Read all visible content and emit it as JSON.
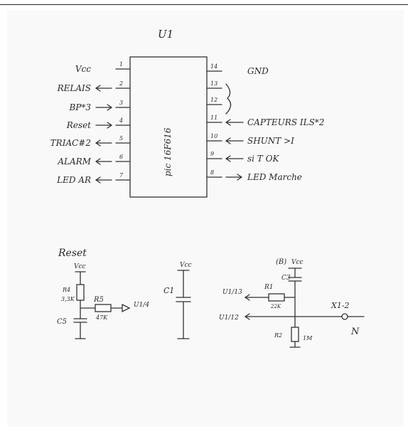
{
  "ic": {
    "ref": "U1",
    "part": "pic 16F616",
    "left_pins": [
      {
        "num": "1",
        "label": "Vcc",
        "dir": "none"
      },
      {
        "num": "2",
        "label": "RELAIS",
        "dir": "out"
      },
      {
        "num": "3",
        "label": "BP*3",
        "dir": "in"
      },
      {
        "num": "4",
        "label": "Reset",
        "dir": "in"
      },
      {
        "num": "5",
        "label": "TRIAC#2",
        "dir": "out"
      },
      {
        "num": "6",
        "label": "ALARM",
        "dir": "out"
      },
      {
        "num": "7",
        "label": "LED AR",
        "dir": "out"
      }
    ],
    "right_pins": [
      {
        "num": "14",
        "label": "GND",
        "dir": "none"
      },
      {
        "num": "13",
        "label": "",
        "dir": "none"
      },
      {
        "num": "12",
        "label": "",
        "dir": "none"
      },
      {
        "num": "11",
        "label": "CAPTEURS ILS*2",
        "dir": "in"
      },
      {
        "num": "10",
        "label": "SHUNT >I",
        "dir": "in"
      },
      {
        "num": "9",
        "label": "si T OK",
        "dir": "in"
      },
      {
        "num": "8",
        "label": "LED Marche",
        "dir": "out"
      }
    ]
  },
  "reset_circuit": {
    "title": "Reset",
    "supply": "Vcc",
    "r_top": {
      "ref": "R4",
      "value": "3,3K"
    },
    "r_series": {
      "ref": "R5",
      "value": "47K"
    },
    "cap": {
      "ref": "C5"
    },
    "output": "U1/4"
  },
  "decoupling": {
    "cap_ref": "C1",
    "supply": "Vcc"
  },
  "sense_circuit": {
    "marker": "(B)",
    "supply": "Vcc",
    "cap": {
      "ref": "C3"
    },
    "r1": {
      "ref": "R1",
      "value": "22K"
    },
    "r2": {
      "ref": "R2",
      "value": "1M"
    },
    "in_top": "U1/13",
    "in_bottom": "U1/12",
    "connector": "X1-2",
    "neutral": "N"
  }
}
